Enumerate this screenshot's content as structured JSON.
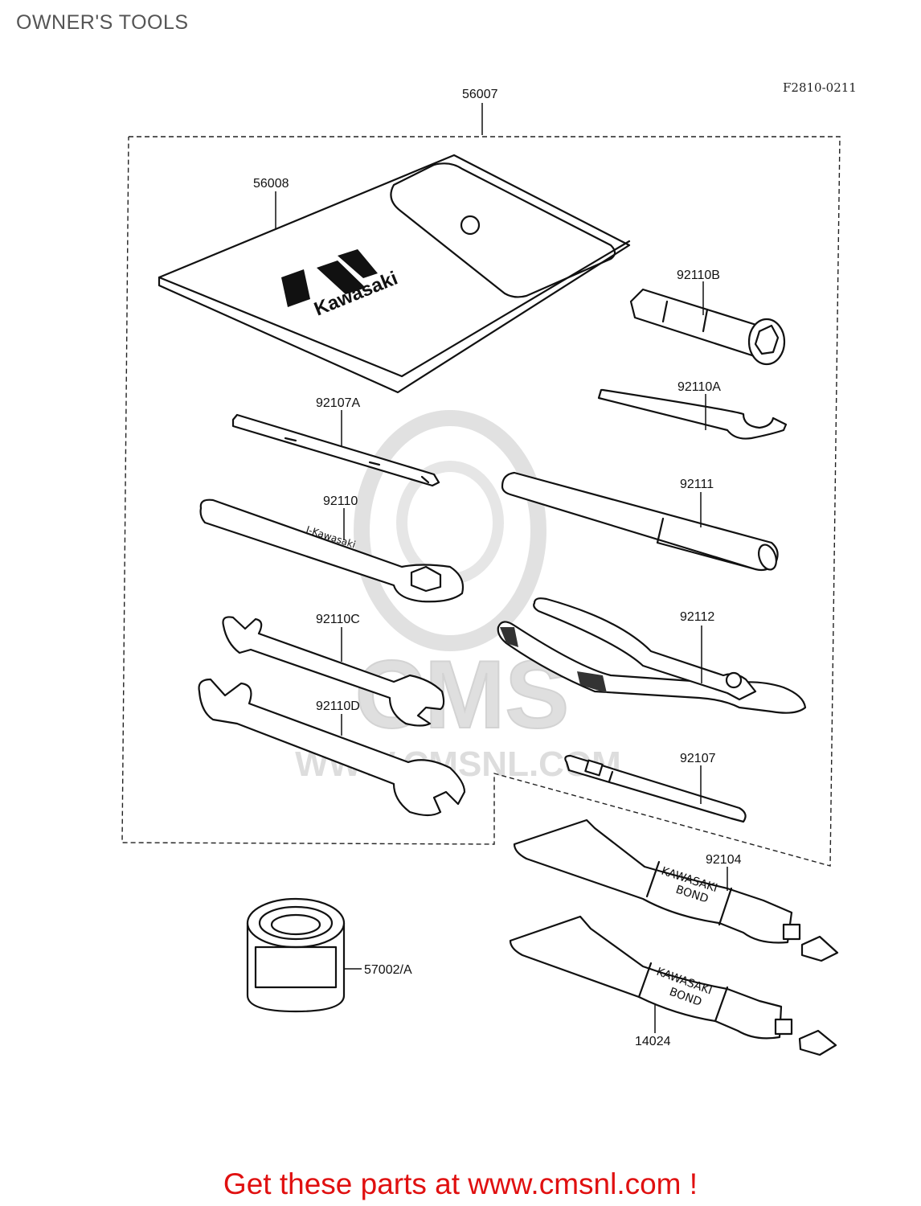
{
  "header": {
    "title": "OWNER'S TOOLS",
    "figure_code": "F2810-0211"
  },
  "watermark": {
    "logo_text": "CMS",
    "url_text": "WWW.CMSNL.COM",
    "color": "#d9d9d9"
  },
  "pouch": {
    "brand": "Kawasaki"
  },
  "tube_text": {
    "line1": "KAWASAKI",
    "line2": "BOND"
  },
  "parts": [
    {
      "id": "56007"
    },
    {
      "id": "56008"
    },
    {
      "id": "92110B"
    },
    {
      "id": "92110A"
    },
    {
      "id": "92107A"
    },
    {
      "id": "92111"
    },
    {
      "id": "92110"
    },
    {
      "id": "92112"
    },
    {
      "id": "92110C"
    },
    {
      "id": "92110D"
    },
    {
      "id": "92107"
    },
    {
      "id": "92104"
    },
    {
      "id": "57002/A"
    },
    {
      "id": "14024"
    }
  ],
  "footer": {
    "text": "Get these parts at www.cmsnl.com !",
    "color": "#e01010"
  }
}
